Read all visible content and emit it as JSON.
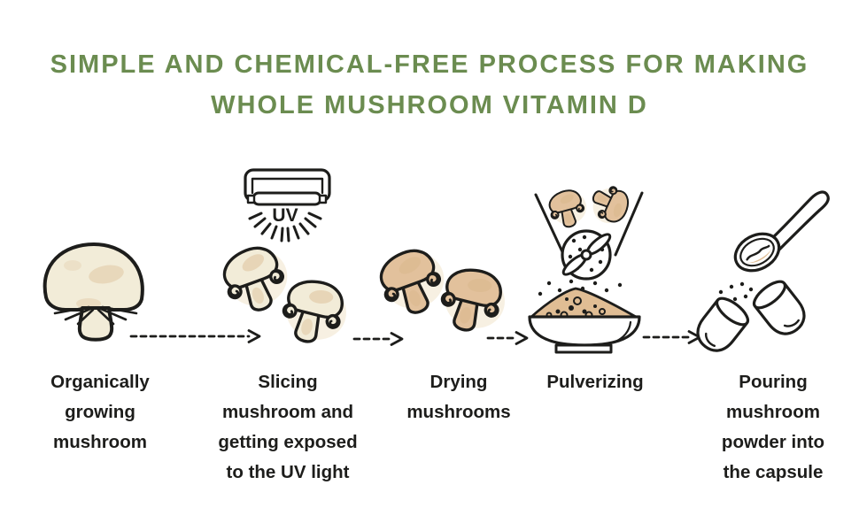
{
  "title": {
    "lines": [
      "SIMPLE AND CHEMICAL-FREE PROCESS FOR MAKING",
      "WHOLE MUSHROOM VITAMIN D"
    ]
  },
  "steps": [
    {
      "id": "growing",
      "icon": "whole-mushroom-icon",
      "label_lines": [
        "Organically",
        "growing",
        "mushroom"
      ]
    },
    {
      "id": "slicing-uv",
      "icon": "uv-lamp-mushroom-slices-icon",
      "lamp_text": "UV",
      "label_lines": [
        "Slicing",
        "mushroom and",
        "getting exposed",
        "to the UV light"
      ]
    },
    {
      "id": "drying",
      "icon": "dried-mushroom-slices-icon",
      "label_lines": [
        "Drying",
        "mushrooms"
      ]
    },
    {
      "id": "pulverizing",
      "icon": "funnel-grinder-bowl-icon",
      "label_lines": [
        "Pulverizing"
      ]
    },
    {
      "id": "pouring",
      "icon": "spoon-capsule-icon",
      "label_lines": [
        "Pouring",
        "mushroom",
        "powder into",
        "the capsule"
      ]
    }
  ],
  "arrows": {
    "count": 4,
    "style": "dashed",
    "direction": "right"
  },
  "colors": {
    "title_green": "#6b8c50",
    "text_black": "#1d1d1b",
    "outline": "#1d1d1b",
    "mushroom_cream": "#f2ecd8",
    "dried_tan": "#e2c19c",
    "powder_tan": "#e0bd94",
    "smudge_tan": "#d8b488"
  }
}
